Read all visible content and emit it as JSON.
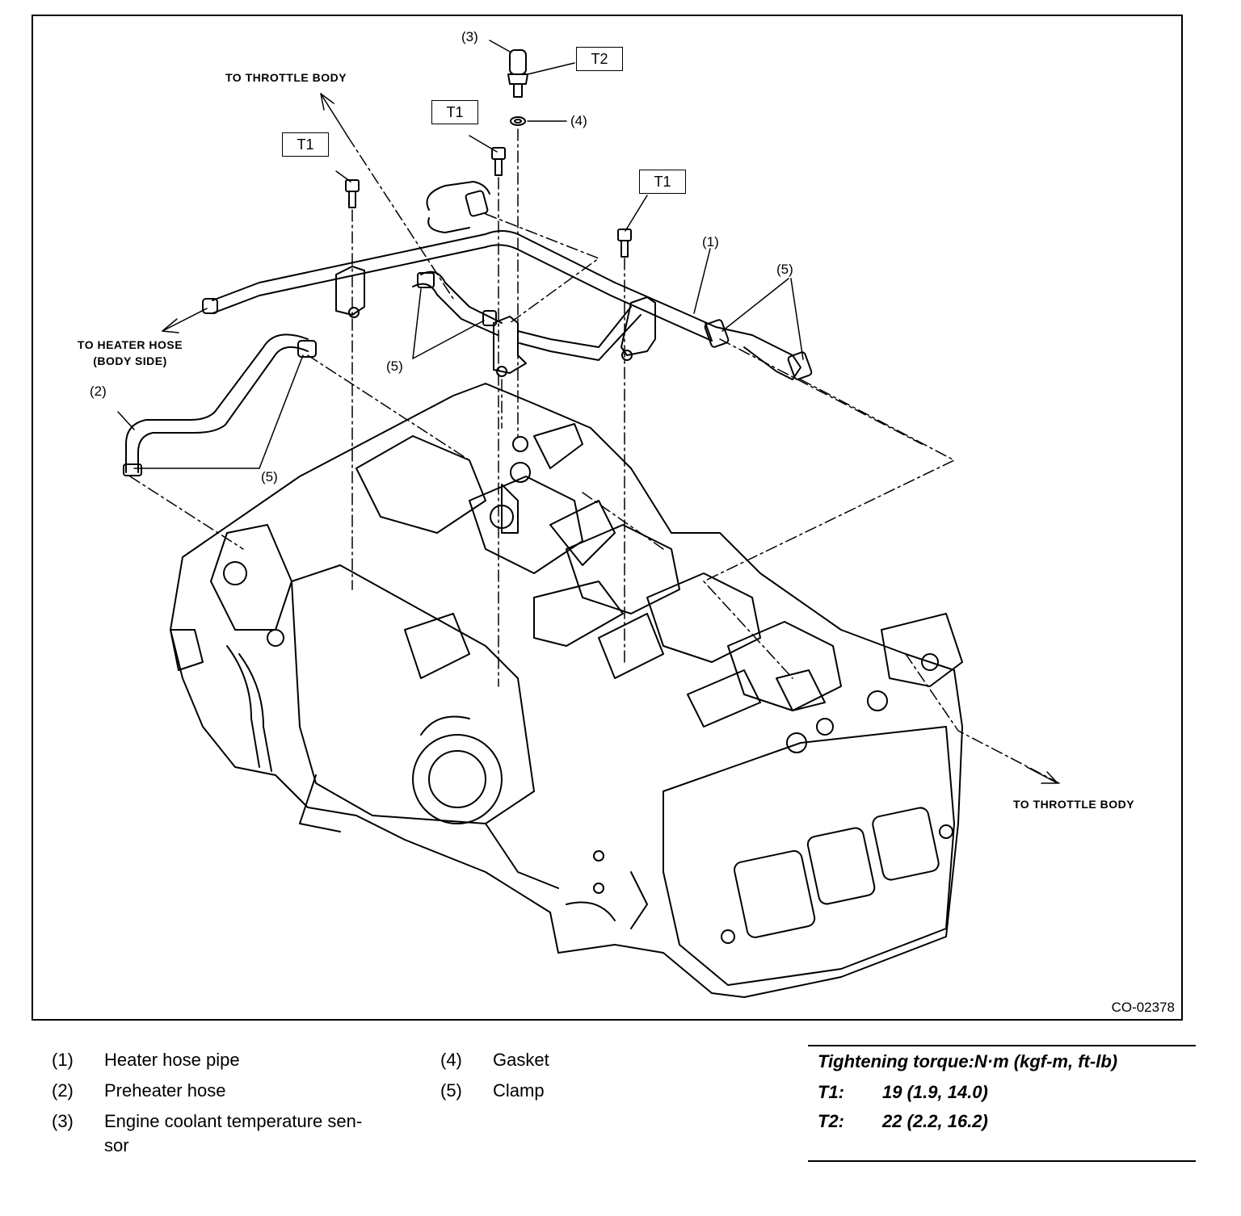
{
  "figure_id": "CO-02378",
  "callouts": {
    "c1": "(1)",
    "c2": "(2)",
    "c3": "(3)",
    "c4": "(4)",
    "c5a": "(5)",
    "c5b": "(5)",
    "c5c": "(5)"
  },
  "torque_tags": {
    "t1a": "T1",
    "t1b": "T1",
    "t1c": "T1",
    "t2": "T2"
  },
  "captions": {
    "throttle_top": "TO THROTTLE BODY",
    "throttle_right": "TO THROTTLE BODY",
    "heater_line1": "TO HEATER HOSE",
    "heater_line2": "(BODY SIDE)"
  },
  "legend": [
    {
      "num": "(1)",
      "text": "Heater hose pipe"
    },
    {
      "num": "(2)",
      "text": "Preheater hose"
    },
    {
      "num": "(3)",
      "text": "Engine coolant temperature sen-"
    },
    {
      "num": "",
      "text": "sor"
    },
    {
      "num": "(4)",
      "text": "Gasket"
    },
    {
      "num": "(5)",
      "text": "Clamp"
    }
  ],
  "torque_table": {
    "title": "Tightening torque:N·m (kgf-m, ft-lb)",
    "rows": [
      {
        "key": "T1:",
        "value": "19 (1.9, 14.0)"
      },
      {
        "key": "T2:",
        "value": "22 (2.2, 16.2)"
      }
    ]
  }
}
